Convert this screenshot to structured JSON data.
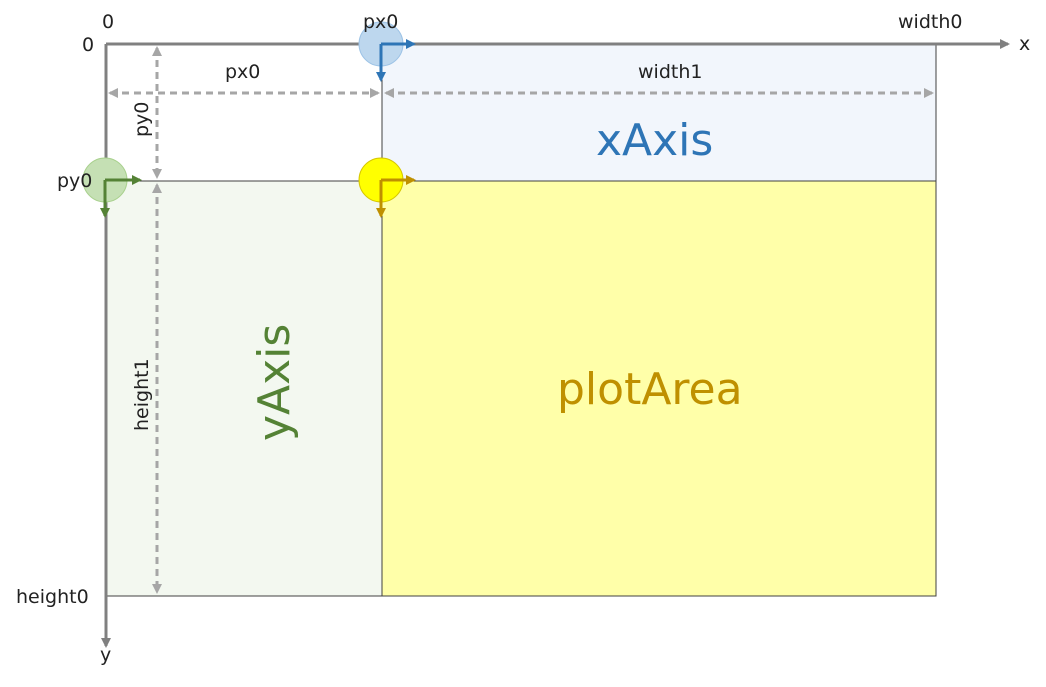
{
  "labels": {
    "origin_x": "0",
    "origin_y": "0",
    "px0_top": "px0",
    "width0": "width0",
    "x_axis": "x",
    "y_axis": "y",
    "px0_dim": "px0",
    "width1_dim": "width1",
    "py0_dim": "py0",
    "py0_left": "py0",
    "height1_dim": "height1",
    "height0": "height0"
  },
  "regions": {
    "xaxis": "xAxis",
    "yaxis": "yAxis",
    "plotarea": "plotArea"
  },
  "colors": {
    "axis_gray": "#808080",
    "dim_gray": "#a6a6a6",
    "xaxis_fill": "#f2f6fc",
    "xaxis_text": "#2e75b6",
    "yaxis_fill": "#f3f8f0",
    "yaxis_text": "#548235",
    "plot_fill": "#ffffa9",
    "plot_text": "#bf9000",
    "blue_circle": "#bdd7ee",
    "green_circle": "#c5e0b4",
    "yellow_circle": "#ffff00"
  }
}
